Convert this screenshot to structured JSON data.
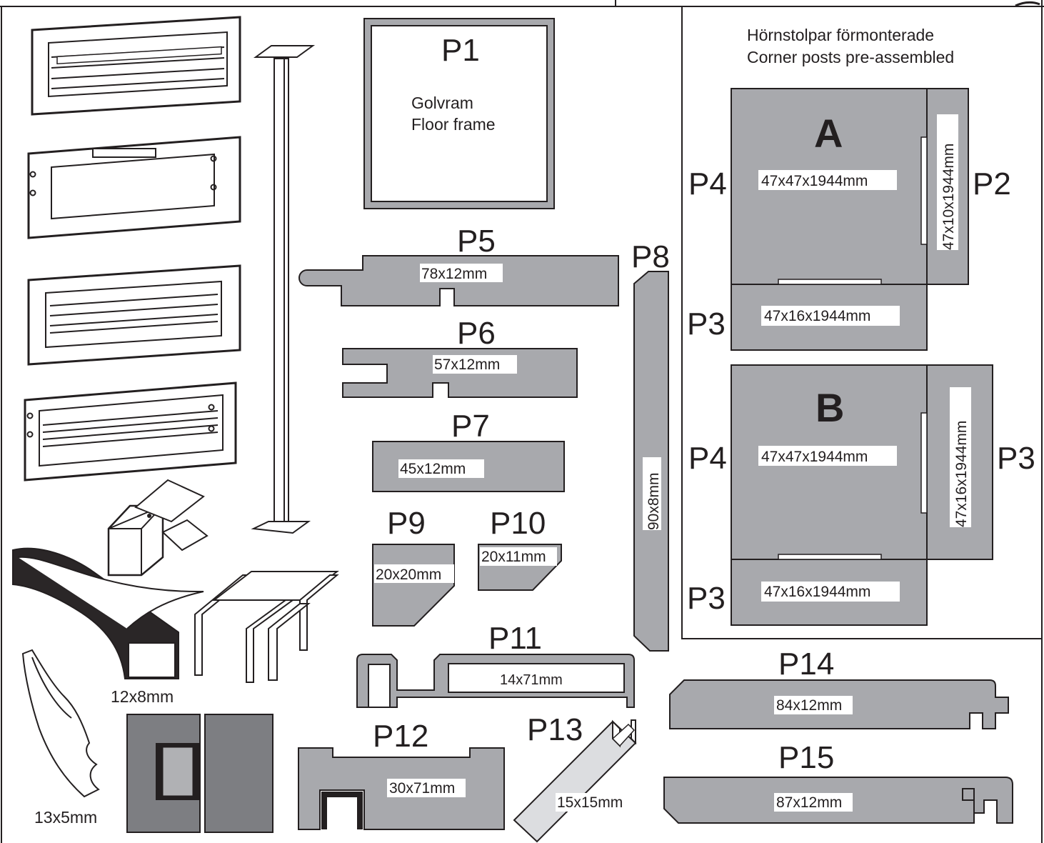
{
  "parts": {
    "p1": {
      "id": "P1",
      "name_sv": "Golvram",
      "name_en": "Floor frame"
    },
    "p2": {
      "id": "P2",
      "dims": "47x10x1944mm"
    },
    "p3": {
      "id": "P3",
      "dims": "47x16x1944mm"
    },
    "p4": {
      "id": "P4",
      "dims": "47x47x1944mm"
    },
    "p5": {
      "id": "P5",
      "dims": "78x12mm"
    },
    "p6": {
      "id": "P6",
      "dims": "57x12mm"
    },
    "p7": {
      "id": "P7",
      "dims": "45x12mm"
    },
    "p8": {
      "id": "P8",
      "dims": "90x8mm"
    },
    "p9": {
      "id": "P9",
      "dims": "20x20mm"
    },
    "p10": {
      "id": "P10",
      "dims": "20x11mm"
    },
    "p11": {
      "id": "P11",
      "dims": "14x71mm"
    },
    "p12": {
      "id": "P12",
      "dims": "30x71mm"
    },
    "p13": {
      "id": "P13",
      "dims": "15x15mm"
    },
    "p14": {
      "id": "P14",
      "dims": "84x12mm"
    },
    "p15": {
      "id": "P15",
      "dims": "87x12mm"
    }
  },
  "corner_posts": {
    "title_sv": "Hörnstolpar förmonterade",
    "title_en": "Corner posts pre-assembled",
    "a": {
      "label": "A"
    },
    "b": {
      "label": "B"
    }
  },
  "accessories": {
    "seal_strip": "12x8mm",
    "gasket": "13x5mm"
  },
  "colors": {
    "part_fill": "#a8a9ad",
    "outline": "#231f20",
    "dark_fill": "#7d7e82"
  }
}
